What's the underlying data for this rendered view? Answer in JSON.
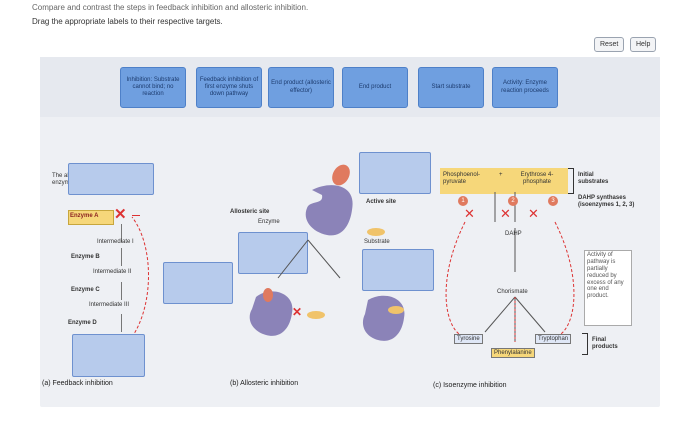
{
  "prompt": {
    "line1": "Compare and contrast the steps in feedback inhibition and allosteric inhibition.",
    "line2": "Drag the appropriate labels to their respective targets."
  },
  "buttons": {
    "reset": "Reset",
    "help": "Help"
  },
  "labels": [
    "Inhibition: Substrate cannot bind; no reaction",
    "Feedback inhibition of first enzyme shuts down pathway",
    "End product (allosteric effector)",
    "End product",
    "Start substrate",
    "Activity: Enzyme reaction proceeds"
  ],
  "panel_a": {
    "title": "The allosteric enzyme",
    "enzyme_a": "Enzyme A",
    "intermediate_1": "Intermediate I",
    "enzyme_b": "Enzyme B",
    "intermediate_2": "Intermediate II",
    "enzyme_c": "Enzyme C",
    "intermediate_3": "Intermediate III",
    "enzyme_d": "Enzyme D",
    "caption": "(a) Feedback inhibition"
  },
  "panel_b": {
    "allosteric_site": "Allosteric site",
    "enzyme": "Enzyme",
    "active_site": "Active site",
    "substrate": "Substrate",
    "caption": "(b) Allosteric inhibition"
  },
  "panel_c": {
    "pep": "Phosphoenol-pyruvate",
    "plus": "+",
    "e4p": "Erythrose 4-phosphate",
    "initial_substrates": "Initial substrates",
    "dahp_synthases": "DAHP synthases (isoenzymes 1, 2, 3)",
    "dahp": "DAHP",
    "chorismate": "Chorismate",
    "activity_note": "Activity of pathway is partially reduced by excess of any one end product.",
    "tyrosine": "Tyrosine",
    "tryptophan": "Tryptophan",
    "phenylalanine": "Phenylalanine",
    "final_products": "Final products",
    "num1": "1",
    "num2": "2",
    "num3": "3",
    "caption": "(c) Isoenzyme inhibition"
  }
}
